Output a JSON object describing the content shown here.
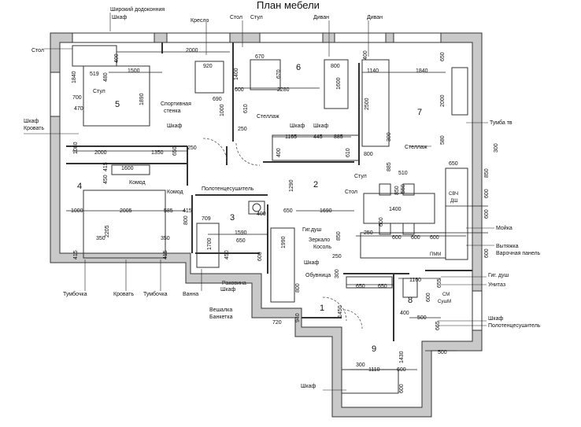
{
  "title": "План мебели",
  "rooms": [
    "1",
    "2",
    "3",
    "4",
    "5",
    "6",
    "7",
    "8",
    "9"
  ],
  "labels": {
    "shkaf": "Шкаф",
    "shirokiy": "Широкий додоконния",
    "kreslo": "Кресло",
    "stol": "Стол",
    "stul": "Стул",
    "divan": "Диван",
    "krovat": "Кровать",
    "sport": "Спортивная",
    "stenka": "стенка",
    "stellazh": "Стеллаж",
    "komod": "Комод",
    "polotence": "Полотенцесушитель",
    "tumba_tv": "Тумба тв",
    "moyka": "Мойка",
    "vytyazhka": "Вытяжка",
    "varochnaya": "Варочная панель",
    "gig_dush": "Гиг.душ",
    "gig_dush2": "Гиг. душ",
    "unitaz": "Унитаз",
    "zerkalo": "Зеркало",
    "kosol": "Косоль",
    "obuvnica": "Обувница",
    "rakovina": "Раковина",
    "veshalka": "Вешалка",
    "banketka": "Банкетка",
    "tumbochka": "Тумбочка",
    "vanna": "Ванна",
    "svch": "СВЧ",
    "du": "ДШ",
    "pmm": "ПММ",
    "sm": "СМ",
    "sushm": "СушМ"
  },
  "dims": {
    "d2000a": "2000",
    "d920": "920",
    "d670": "670",
    "d1400": "1400",
    "d400a": "400",
    "d1500": "1500",
    "d519": "519",
    "d480": "480",
    "d1840": "1840",
    "d700": "700",
    "d470": "470",
    "d1890": "1890",
    "d800a": "800",
    "d1600a": "1600",
    "d2280": "2280",
    "d600a": "600",
    "d610": "610",
    "d1000a": "1000",
    "d690": "690",
    "d250a": "250",
    "d1140": "1140",
    "d1840b": "1840",
    "d650a": "650",
    "d2500": "2500",
    "d2000b": "2000",
    "d300a": "300",
    "d580": "580",
    "d1165": "1165",
    "d445": "445",
    "d885": "885",
    "d400b": "400",
    "d610b": "610",
    "d1350": "1350",
    "d650b": "650",
    "d250b": "250",
    "d2000c": "2000",
    "d1080": "1080",
    "d1600b": "1600",
    "d450": "450",
    "d650c": "650",
    "d510": "510",
    "d550": "550",
    "d850": "850",
    "d1290": "1290",
    "d800b": "800",
    "d1000b": "1000",
    "d2005": "2005",
    "d585": "585",
    "d415a": "415",
    "d800c": "800",
    "d709": "709",
    "d2205": "2205",
    "d350a": "350",
    "d350b": "350",
    "d415b": "415",
    "d415c": "415",
    "d1700": "1700",
    "d1590": "1590",
    "d650d": "650",
    "d600b": "600",
    "d400c": "400",
    "d650e": "650",
    "d1690": "1690",
    "d1400b": "1400",
    "d600c": "600",
    "d600d": "600",
    "d600e": "600",
    "d600f": "600",
    "d850b": "850",
    "d250c": "250",
    "d1990": "1990",
    "d450b": "450",
    "d300b": "300",
    "d650f": "650",
    "d650g": "650",
    "d1160": "1160",
    "d655": "655",
    "d800d": "800",
    "d600g": "600",
    "d1450": "1450",
    "d800e": "800",
    "d720": "720",
    "d940": "940",
    "d400d": "400",
    "d500a": "500",
    "d665": "665",
    "d500b": "500",
    "d300c": "300",
    "d1110": "1110",
    "d600h": "600",
    "d1430": "1430",
    "d600i": "600",
    "d600j": "600",
    "d600k": "600",
    "d300d": "300",
    "d885b": "885"
  }
}
